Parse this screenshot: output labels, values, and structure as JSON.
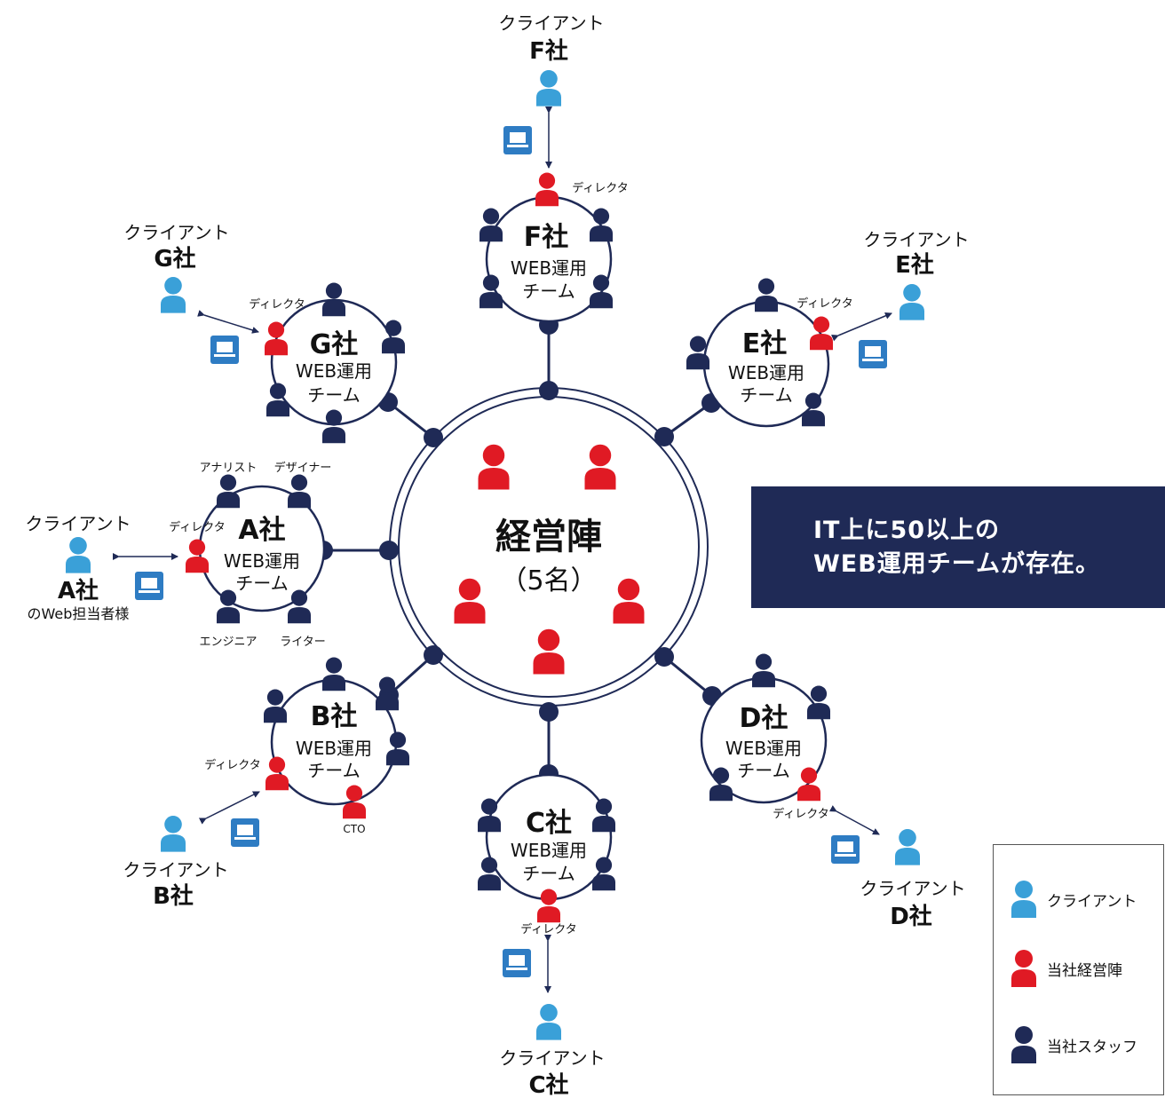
{
  "colors": {
    "client": "#3aa0d8",
    "executive": "#e01a24",
    "staff": "#1f2a56",
    "device": "#2e7cc3",
    "line": "#1f2a56"
  },
  "center": {
    "title": "経営陣",
    "subtitle": "（5名）"
  },
  "banner": {
    "line1": "IT上に50以上の",
    "line2": "WEB運用チームが存在。"
  },
  "teams": [
    {
      "id": "A",
      "name": "A社",
      "label1": "WEB運用",
      "label2": "チーム",
      "director": "ディレクタ",
      "client_label": "クライアント",
      "client_name": "A社",
      "client_sub": "のWeb担当者様",
      "roles": [
        "アナリスト",
        "デザイナー",
        "エンジニア",
        "ライター"
      ]
    },
    {
      "id": "B",
      "name": "B社",
      "label1": "WEB運用",
      "label2": "チーム",
      "director": "ディレクタ",
      "client_label": "クライアント",
      "client_name": "B社",
      "extra": "CTO"
    },
    {
      "id": "C",
      "name": "C社",
      "label1": "WEB運用",
      "label2": "チーム",
      "director": "ディレクタ",
      "client_label": "クライアント",
      "client_name": "C社"
    },
    {
      "id": "D",
      "name": "D社",
      "label1": "WEB運用",
      "label2": "チーム",
      "director": "ディレクタ",
      "client_label": "クライアント",
      "client_name": "D社"
    },
    {
      "id": "E",
      "name": "E社",
      "label1": "WEB運用",
      "label2": "チーム",
      "director": "ディレクタ",
      "client_label": "クライアント",
      "client_name": "E社"
    },
    {
      "id": "F",
      "name": "F社",
      "label1": "WEB運用",
      "label2": "チーム",
      "director": "ディレクタ",
      "client_label": "クライアント",
      "client_name": "F社"
    },
    {
      "id": "G",
      "name": "G社",
      "label1": "WEB運用",
      "label2": "チーム",
      "director": "ディレクタ",
      "client_label": "クライアント",
      "client_name": "G社"
    }
  ],
  "legend": [
    {
      "label": "クライアント",
      "icon": "client-person-icon"
    },
    {
      "label": "当社経営陣",
      "icon": "executive-person-icon"
    },
    {
      "label": "当社スタッフ",
      "icon": "staff-person-icon"
    }
  ]
}
